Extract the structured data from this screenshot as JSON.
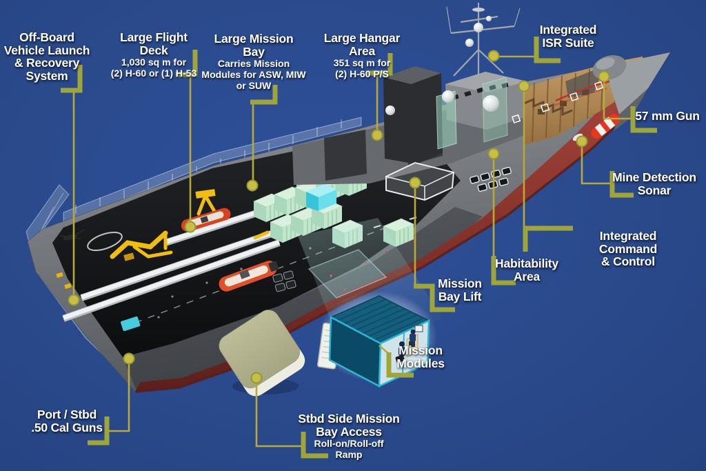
{
  "colors": {
    "background": "#2a4a8c",
    "leader_bracket": "#a0a53a",
    "leader_line": "#b9a93a",
    "leader_dot": "#cbbc47",
    "label_text": "#ffffff",
    "hull_red": "#8e3630",
    "container_teal": "#155e7e"
  },
  "callouts": {
    "offboard": {
      "title": "Off-Board\nVehicle Launch\n& Recovery\nSystem"
    },
    "flight_deck": {
      "title": "Large Flight Deck",
      "sub": "1,030 sq m for\n(2) H-60 or (1) H-53"
    },
    "mission_bay": {
      "title": "Large Mission\nBay",
      "sub": "Carries Mission\nModules for ASW, MIW\nor SUW"
    },
    "hangar": {
      "title": "Large Hangar Area",
      "sub": "351 sq m for\n(2) H-60 P/S"
    },
    "isr": {
      "title": "Integrated\nISR Suite"
    },
    "gun_57mm": {
      "title": "57 mm Gun"
    },
    "mine_sonar": {
      "title": "Mine Detection\nSonar"
    },
    "command_control": {
      "title": "Integrated Command\n& Control"
    },
    "habitability": {
      "title": "Habitability\nArea"
    },
    "bay_lift": {
      "title": "Mission\nBay Lift"
    },
    "mission_modules": {
      "title": "Mission\nModules"
    },
    "cal_guns": {
      "title": "Port / Stbd\n.50 Cal Guns"
    },
    "stbd_access": {
      "title": "Stbd Side Mission\nBay Access",
      "sub": "Roll-on/Roll-off\nRamp"
    }
  }
}
